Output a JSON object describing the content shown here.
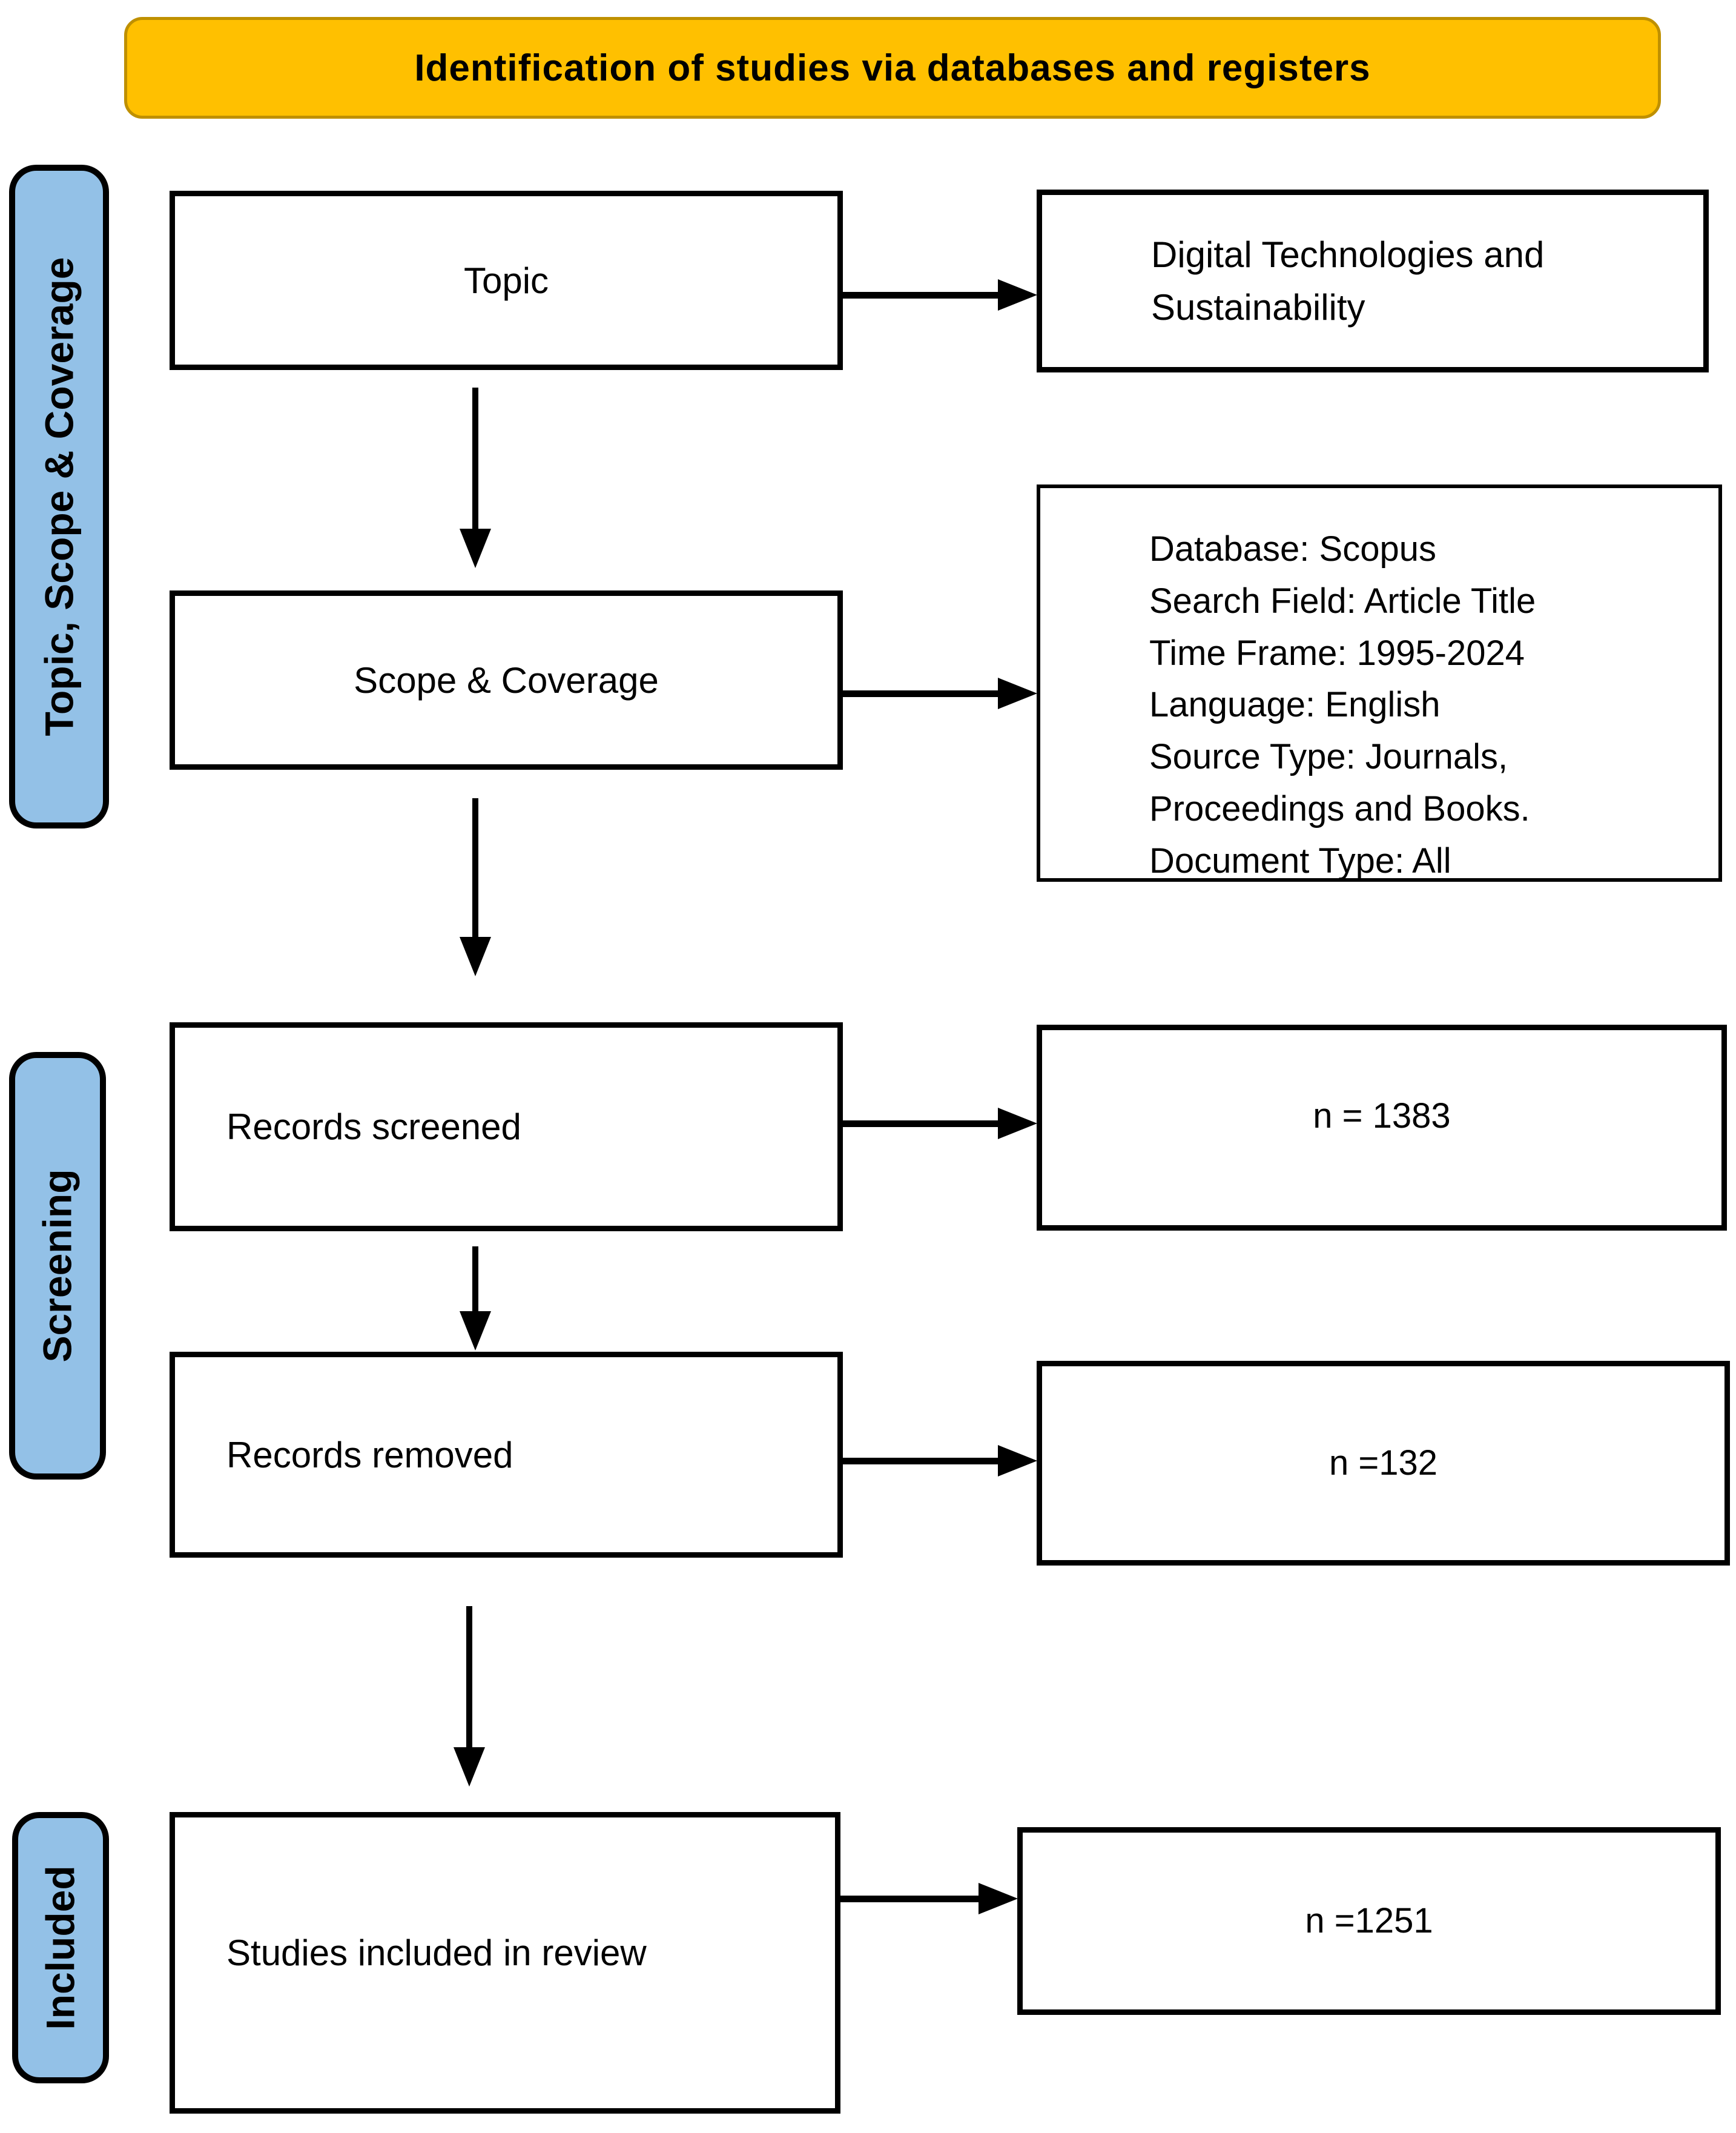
{
  "header": {
    "title": "Identification of studies via databases and registers"
  },
  "stages": [
    {
      "label": "Topic, Scope & Coverage"
    },
    {
      "label": "Screening"
    },
    {
      "label": "Included"
    }
  ],
  "boxes": {
    "topic": {
      "label": "Topic"
    },
    "topic_detail": {
      "text": "Digital Technologies and\nSustainability"
    },
    "scope": {
      "label": "Scope & Coverage"
    },
    "scope_detail": {
      "text": "Database: Scopus\nSearch Field: Article Title\nTime Frame: 1995-2024\nLanguage: English\nSource Type: Journals,\nProceedings and Books.\nDocument Type: All"
    },
    "screened": {
      "label": "Records screened",
      "value": "n = 1383"
    },
    "removed": {
      "label": "Records removed",
      "value": "n =132"
    },
    "included": {
      "label": "Studies included in review",
      "value": "n =1251"
    }
  },
  "colors": {
    "header_bg": "#FFC000",
    "header_border": "#BF9000",
    "stage_bg": "#93C1E7",
    "line_color": "#000000"
  }
}
